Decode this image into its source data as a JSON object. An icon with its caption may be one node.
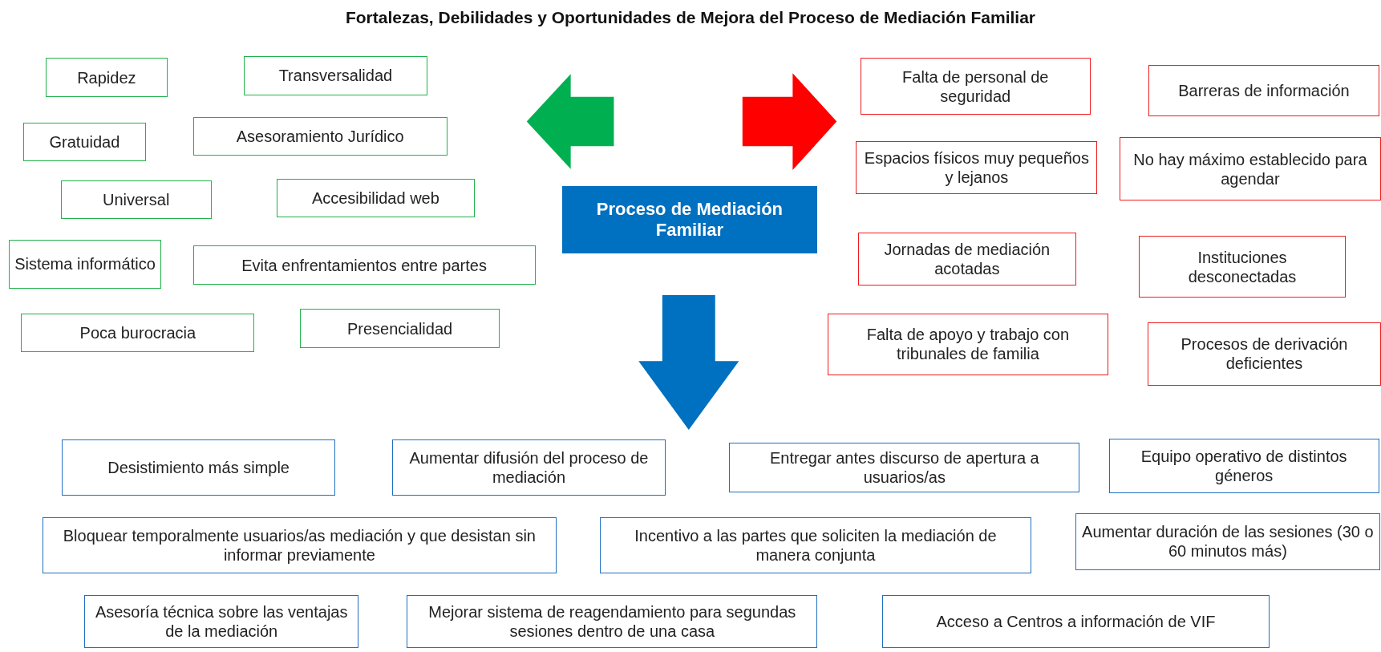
{
  "diagram": {
    "title": "Fortalezas, Debilidades y Oportunidades de Mejora del Proceso de Mediación Familiar",
    "nodes": [
      {
        "text": [
          "Rapidez"
        ]
      },
      {
        "text": [
          "Transversalidad"
        ]
      },
      {
        "text": [
          "Gratuidad"
        ]
      },
      {
        "text": [
          "Asesoramiento Jurídico"
        ]
      },
      {
        "text": [
          "Universal"
        ]
      },
      {
        "text": [
          "Accesibilidad web"
        ]
      },
      {
        "text": [
          "Sistema informático"
        ]
      },
      {
        "text": [
          "Evita enfrentamientos entre partes"
        ]
      },
      {
        "text": [
          "Poca burocracia"
        ]
      },
      {
        "text": [
          "Presencialidad"
        ]
      },
      {
        "text": [
          "Proceso de Mediación Familiar"
        ]
      },
      {
        "text": [
          "Falta de personal de seguridad"
        ]
      },
      {
        "text": [
          "Barreras de información"
        ]
      },
      {
        "text": [
          "Espacios físicos muy pequeños y lejanos"
        ]
      },
      {
        "text": [
          "No hay máximo establecido para  agendar"
        ]
      },
      {
        "text": [
          "Jornadas de mediación acotadas"
        ]
      },
      {
        "text": [
          "Instituciones desconectadas"
        ]
      },
      {
        "text": [
          "Falta de apoyo y trabajo con tribunales de familia"
        ]
      },
      {
        "text": [
          "Procesos de derivación deficientes"
        ]
      },
      {
        "text": [
          "Desistimiento más simple"
        ]
      },
      {
        "text": [
          "Aumentar difusión del proceso de mediación"
        ]
      },
      {
        "text": [
          "Entregar antes discurso de apertura a usuarios/as"
        ]
      },
      {
        "text": [
          "Equipo operativo de distintos géneros"
        ]
      },
      {
        "text": [
          "Bloquear temporalmente usuarios/as mediación y que desistan sin informar previamente"
        ]
      },
      {
        "text": [
          "Incentivo a las partes que soliciten la mediación de manera conjunta"
        ]
      },
      {
        "text": [
          "Aumentar duración de las sesiones (30 o 60 minutos más)"
        ]
      },
      {
        "text": [
          "Asesoría técnica sobre las ventajas de la mediación"
        ]
      },
      {
        "text": [
          "Mejorar sistema de reagendamiento para segundas sesiones dentro de una casa"
        ]
      },
      {
        "text": [
          "Acceso a Centros a información de VIF"
        ]
      }
    ],
    "edges": [
      {
        "from": 10,
        "to": null,
        "arrow": "to",
        "style": "thick",
        "color": "#00b050"
      },
      {
        "from": 10,
        "to": null,
        "arrow": "to",
        "style": "thick",
        "color": "#ff0000"
      },
      {
        "from": 10,
        "to": null,
        "arrow": "to",
        "style": "thick",
        "color": "#0070c0"
      }
    ]
  }
}
